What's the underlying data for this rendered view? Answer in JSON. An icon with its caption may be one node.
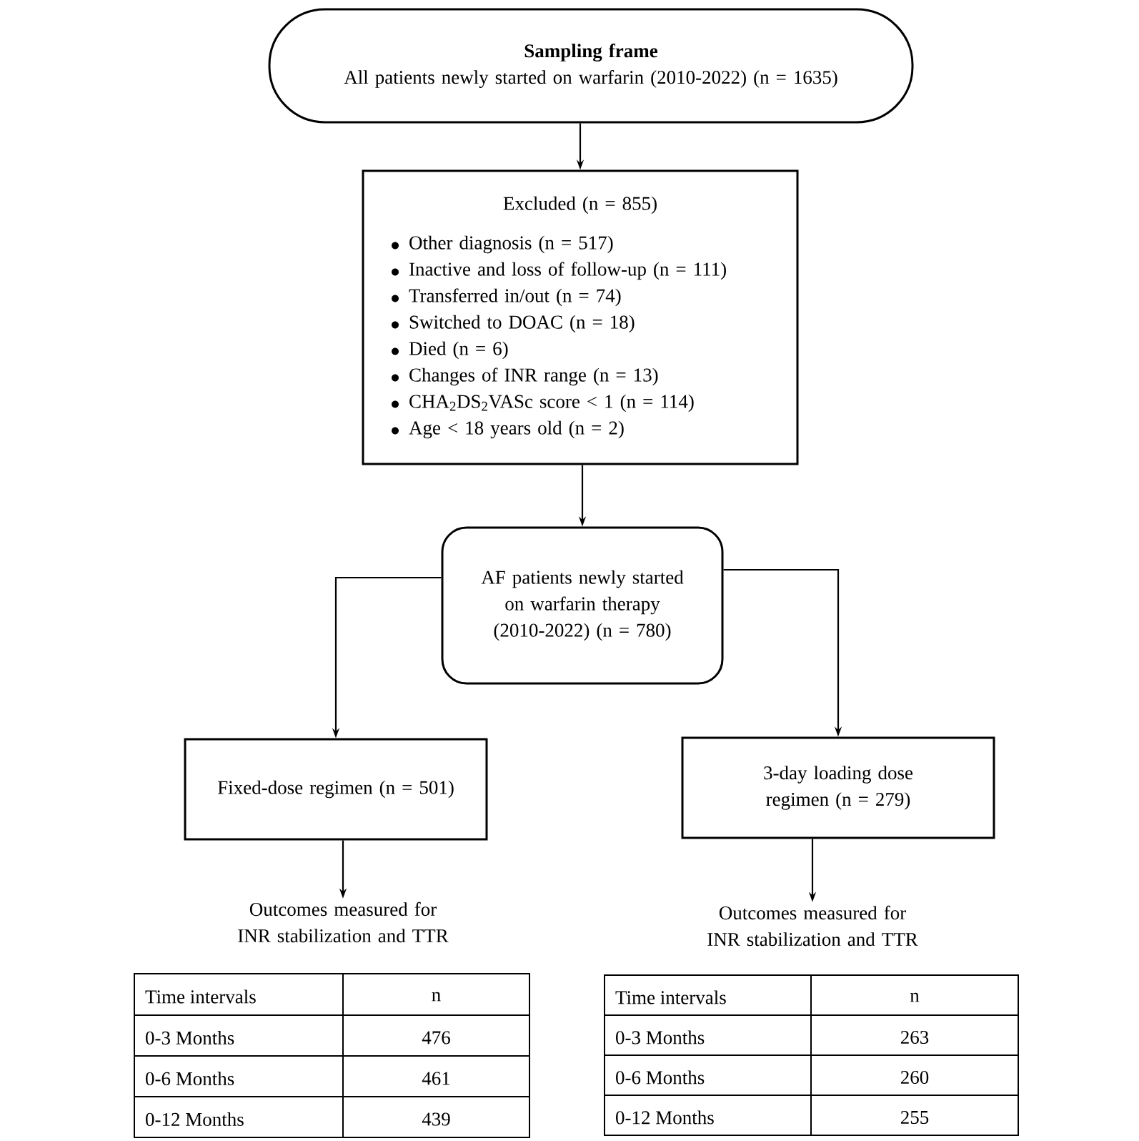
{
  "diagram": {
    "nodes": [
      {
        "text": [
          "Sampling frame",
          "All patients newly started on warfarin (2010-2022) (n = 1635)"
        ]
      },
      {
        "text": [
          "Excluded (n = 855)",
          "Other diagnosis (n = 517)",
          "Inactive and loss of follow-up (n = 111)",
          "Transferred in/out (n = 74)",
          "Switched to DOAC (n = 18)",
          "Died (n = 6)",
          "Changes of INR range (n = 13)",
          "CHA$_{2}$DS$_{2}$VASc score < 1 (n = 114)",
          "Age < 18 years old (n = 2)"
        ]
      },
      {
        "text": [
          "AF patients newly started on warfarin therapy (2010-2022) (n = 780)"
        ]
      },
      {
        "text": [
          "Fixed-dose regimen (n = 501)"
        ]
      },
      {
        "text": [
          "3-day loading dose regimen (n = 279)"
        ]
      },
      {
        "text": [
          "Outcomes measured for INR stabilization and TTR"
        ]
      },
      {
        "text": [
          "Outcomes measured for INR stabilization and TTR"
        ]
      }
    ],
    "edges": [
      {
        "from": 0,
        "to": 1,
        "arrow": "to"
      },
      {
        "from": 1,
        "to": 2,
        "arrow": "to"
      },
      {
        "from": 2,
        "to": 3,
        "arrow": "to"
      },
      {
        "from": 2,
        "to": 4,
        "arrow": "to"
      },
      {
        "from": 3,
        "to": 5,
        "arrow": "to"
      },
      {
        "from": 4,
        "to": 6,
        "arrow": "to"
      }
    ],
    "labels": [
      "Time intervals",
      "n",
      "0-3 Months",
      "476",
      "0-6 Months",
      "461",
      "0-12 Months",
      "439",
      "Time intervals",
      "n",
      "0-3 Months",
      "263",
      "0-6 Months",
      "260",
      "0-12 Months",
      "255"
    ]
  }
}
